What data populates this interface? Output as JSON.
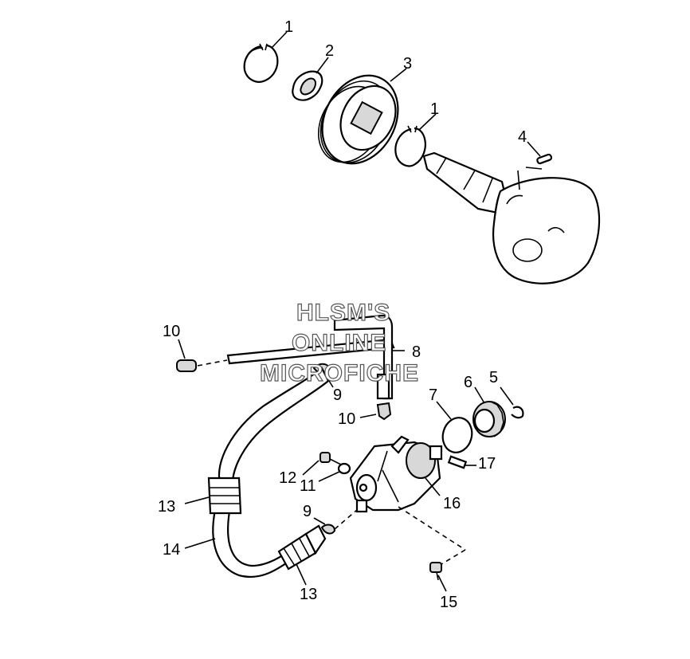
{
  "diagram": {
    "watermark": {
      "line1": "HLSM'S",
      "line2": "ONLINE",
      "line3": "MICROFICHE"
    },
    "callouts": {
      "c1a": "1",
      "c2": "2",
      "c3": "3",
      "c1b": "1",
      "c4": "4",
      "c10a": "10",
      "c8": "8",
      "c9a": "9",
      "c10b": "10",
      "c7": "7",
      "c6": "6",
      "c5": "5",
      "c12": "12",
      "c11": "11",
      "c17": "17",
      "c16": "16",
      "c13a": "13",
      "c9b": "9",
      "c14": "14",
      "c13b": "13",
      "c15": "15"
    }
  }
}
